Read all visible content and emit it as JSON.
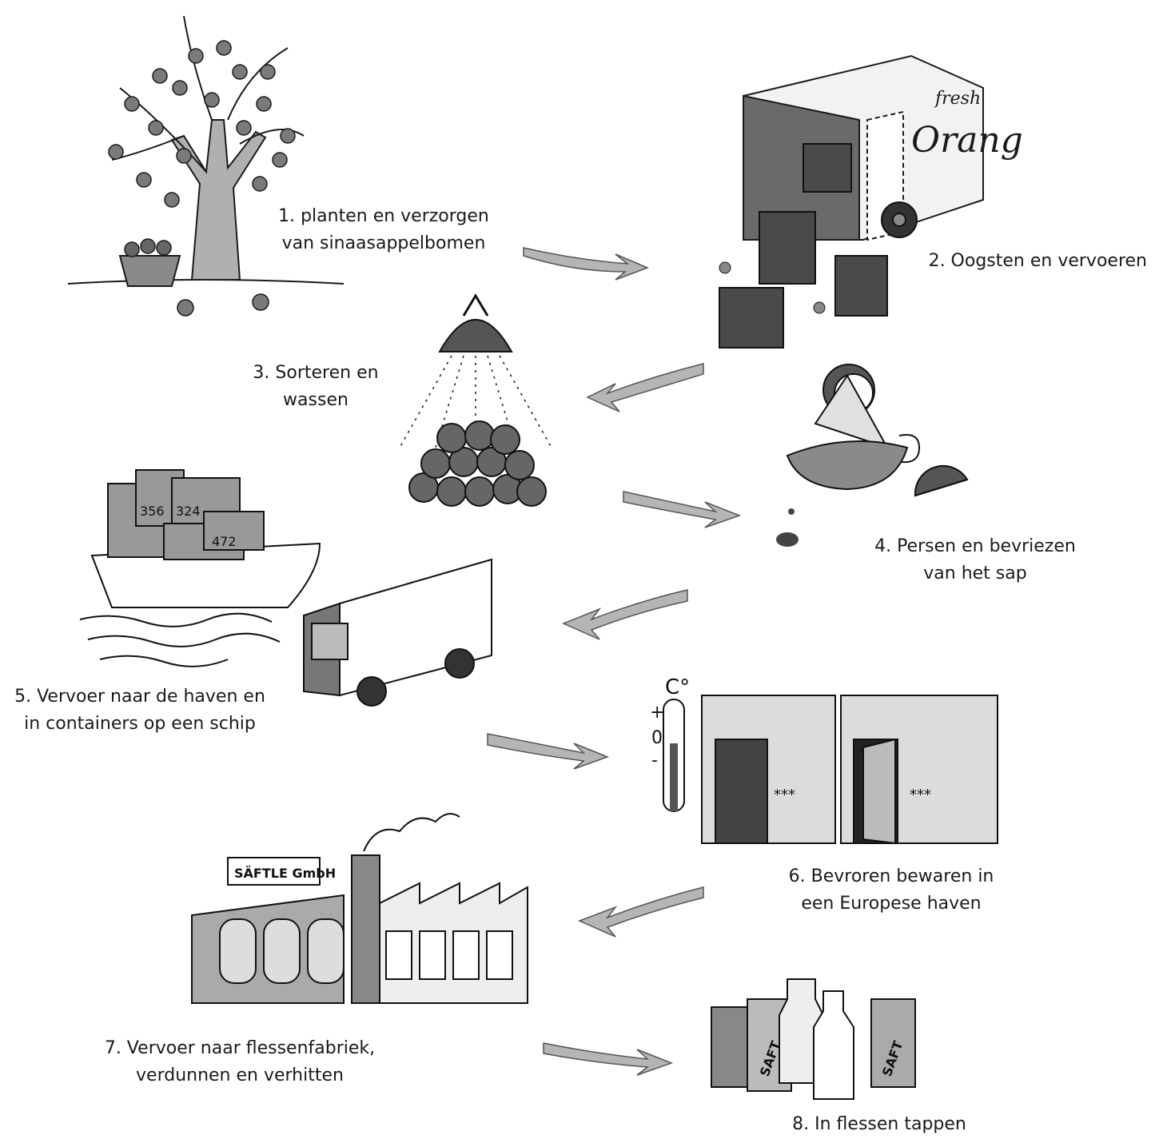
{
  "steps": [
    {
      "number": 1,
      "lines": [
        "1. planten en verzorgen",
        "van sinaasappelbomen"
      ]
    },
    {
      "number": 2,
      "lines": [
        "2. Oogsten en vervoeren"
      ],
      "truck_text_top": "fresh",
      "truck_text_main": "Orang"
    },
    {
      "number": 3,
      "lines": [
        "3. Sorteren en",
        "wassen"
      ]
    },
    {
      "number": 4,
      "lines": [
        "4. Persen en bevriezen",
        "van het sap"
      ]
    },
    {
      "number": 5,
      "lines": [
        "5. Vervoer naar de haven en",
        "in containers op een schip"
      ],
      "container_numbers": [
        "356",
        "324",
        "472"
      ]
    },
    {
      "number": 6,
      "lines": [
        "6. Bevroren bewaren in",
        "een Europese haven"
      ],
      "thermometer_unit": "C°",
      "thermometer_marks": [
        "+",
        "0",
        "-"
      ],
      "door_marks": [
        "***",
        "***"
      ]
    },
    {
      "number": 7,
      "lines": [
        "7. Vervoer naar flessenfabriek,",
        "verdunnen en verhitten"
      ],
      "factory_sign": "SÄFTLE GmbH"
    },
    {
      "number": 8,
      "lines": [
        "8. In flessen tappen"
      ],
      "bottle_labels": [
        "SAFT",
        "SAFT"
      ]
    }
  ],
  "colors": {
    "ink": "#1a1a1a",
    "gray": "#9a9a9a",
    "darkgray": "#555555",
    "lightgray": "#c8c8c8",
    "arrow": "#b5b5b5"
  }
}
